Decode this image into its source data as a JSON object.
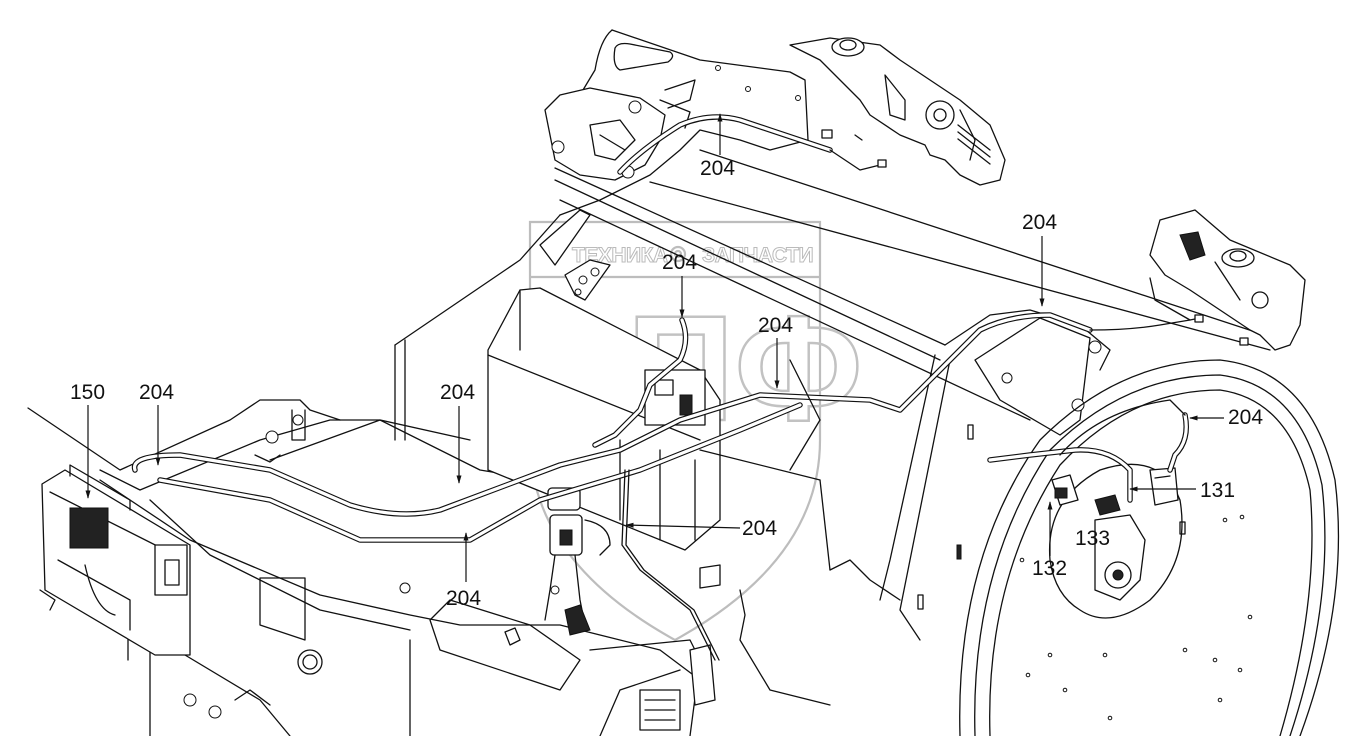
{
  "diagram": {
    "title": "Hydraulic hose routing assembly (frame, drum, controls)",
    "watermark": {
      "top_left": "ТЕХНИКА",
      "top_right": "ЗАПЧАСТИ",
      "logo": "ЭПФ",
      "gear_icon": "gear-icon"
    },
    "callouts": [
      {
        "id": "c150",
        "label": "150",
        "part": "control-box"
      },
      {
        "id": "c204a",
        "label": "204",
        "part": "hose"
      },
      {
        "id": "c204b",
        "label": "204",
        "part": "hose"
      },
      {
        "id": "c204c",
        "label": "204",
        "part": "hose"
      },
      {
        "id": "c204d",
        "label": "204",
        "part": "hose"
      },
      {
        "id": "c204e",
        "label": "204",
        "part": "hose"
      },
      {
        "id": "c204f",
        "label": "204",
        "part": "hose"
      },
      {
        "id": "c204g",
        "label": "204",
        "part": "hose"
      },
      {
        "id": "c204h",
        "label": "204",
        "part": "hose"
      },
      {
        "id": "c204i",
        "label": "204",
        "part": "hose"
      },
      {
        "id": "c131",
        "label": "131",
        "part": "sensor"
      },
      {
        "id": "c132",
        "label": "132",
        "part": "valve"
      },
      {
        "id": "c133",
        "label": "133",
        "part": "motor"
      }
    ]
  }
}
